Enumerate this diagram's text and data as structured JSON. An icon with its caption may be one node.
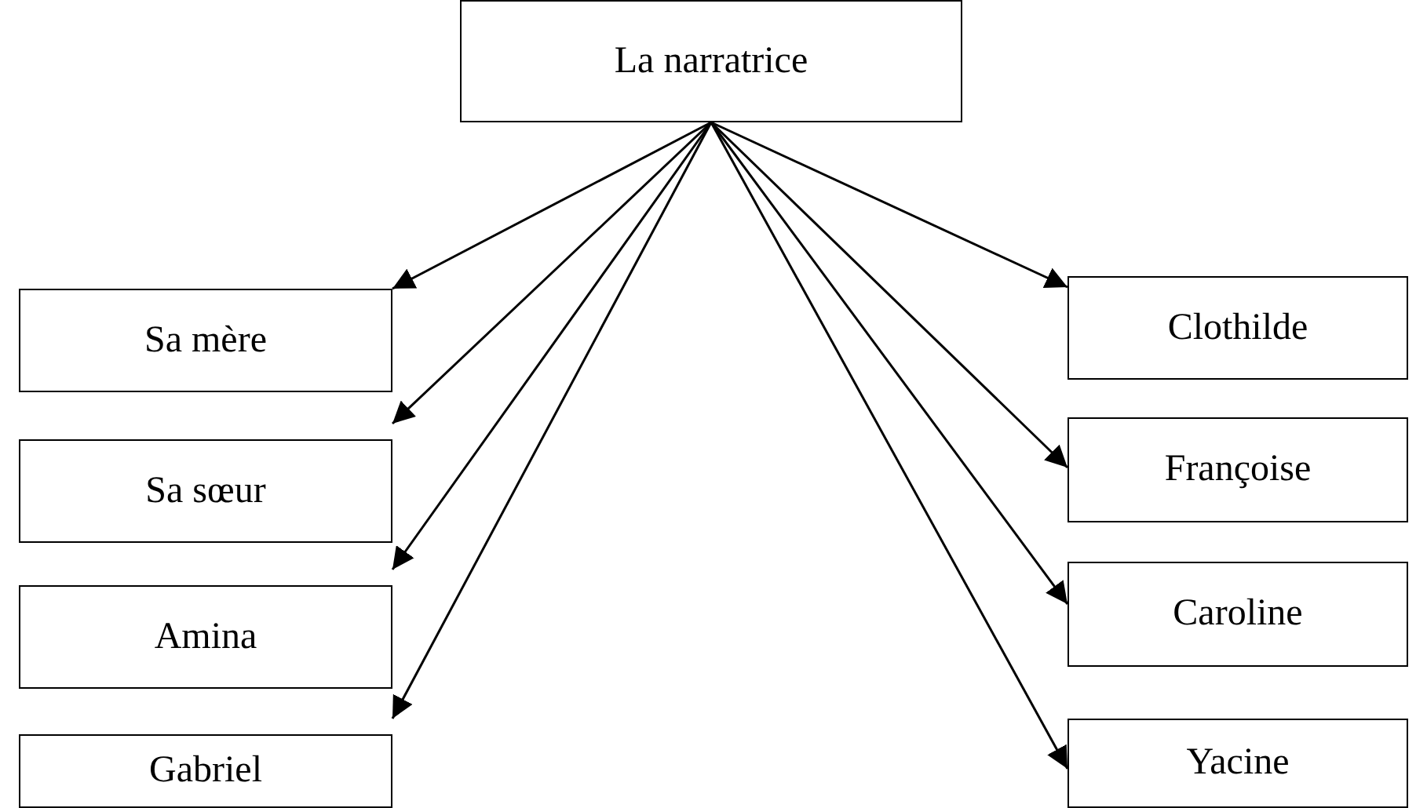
{
  "diagram": {
    "nodes": [
      {
        "text": [
          "La narratrice"
        ]
      },
      {
        "text": [
          "Sa mère"
        ]
      },
      {
        "text": [
          "Sa sœur"
        ]
      },
      {
        "text": [
          "Amina"
        ]
      },
      {
        "text": [
          "Gabriel"
        ]
      },
      {
        "text": [
          "Clothilde"
        ]
      },
      {
        "text": [
          "Françoise"
        ]
      },
      {
        "text": [
          "Caroline"
        ]
      },
      {
        "text": [
          "Yacine"
        ]
      }
    ],
    "edges": [
      {
        "from": 0,
        "to": 1,
        "arrow": "to"
      },
      {
        "from": 0,
        "to": 2,
        "arrow": "to"
      },
      {
        "from": 0,
        "to": 3,
        "arrow": "to"
      },
      {
        "from": 0,
        "to": 4,
        "arrow": "to"
      },
      {
        "from": 0,
        "to": 5,
        "arrow": "to"
      },
      {
        "from": 0,
        "to": 6,
        "arrow": "to"
      },
      {
        "from": 0,
        "to": 7,
        "arrow": "to"
      },
      {
        "from": 0,
        "to": 8,
        "arrow": "to"
      }
    ]
  }
}
